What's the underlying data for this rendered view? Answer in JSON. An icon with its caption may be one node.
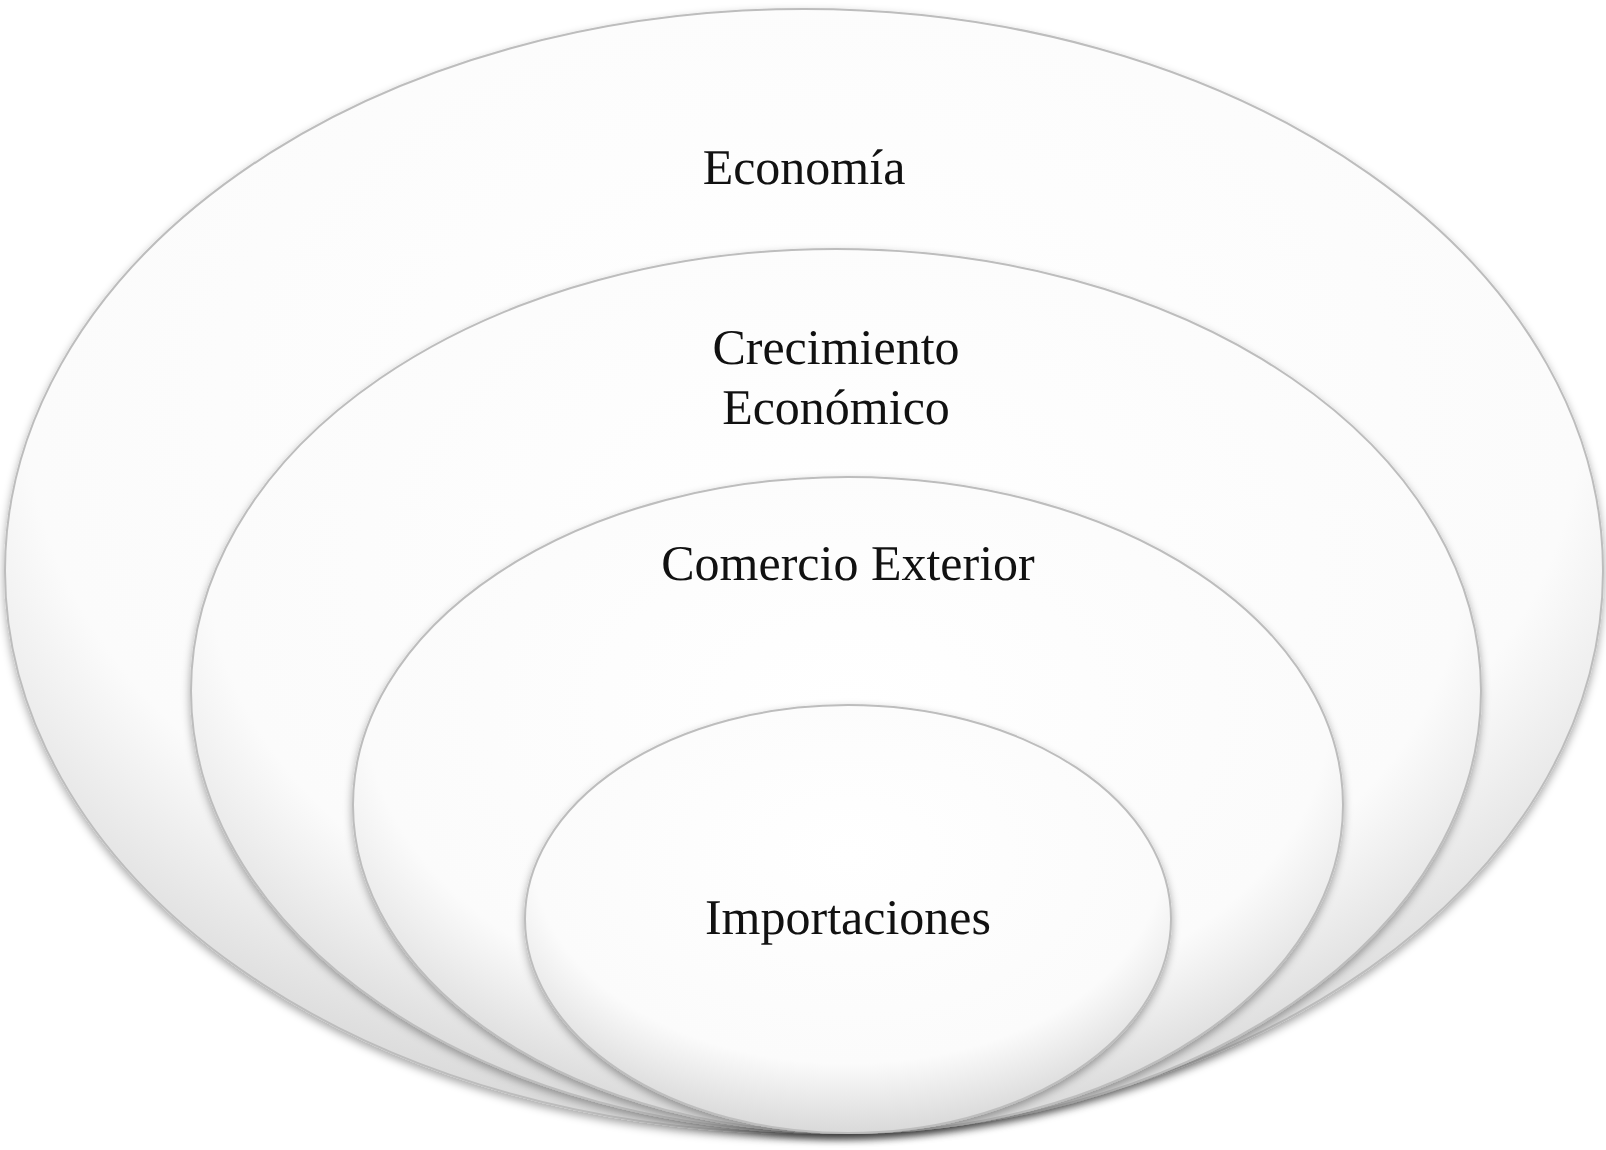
{
  "diagram": {
    "nodes": [
      {
        "text": [
          "Economía"
        ]
      },
      {
        "text": [
          "Crecimiento Económico"
        ],
        "in": 0
      },
      {
        "text": [
          "Comercio Exterior"
        ],
        "in": 1
      },
      {
        "text": [
          "Importaciones"
        ],
        "in": 2
      }
    ]
  }
}
